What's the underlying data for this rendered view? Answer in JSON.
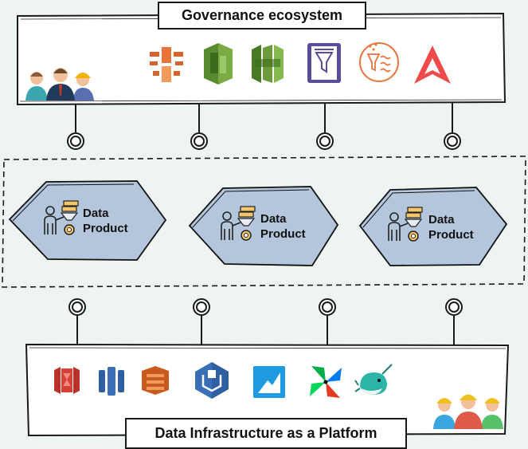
{
  "top": {
    "title": "Governance ecosystem"
  },
  "bottom": {
    "title": "Data Infrastructure as a Platform"
  },
  "products": [
    {
      "line1": "Data",
      "line2": "Product"
    },
    {
      "line1": "Data",
      "line2": "Product"
    },
    {
      "line1": "Data",
      "line2": "Product"
    }
  ],
  "colors": {
    "background": "#eef4f1",
    "hexagon_fill": "#b3c6dc",
    "aws_orange": "#e8743b",
    "aws_green": "#5a8a2f",
    "aws_purple": "#5a4b9b",
    "aws_red": "#d94037",
    "aws_blue": "#3a6fb6"
  },
  "icons": {
    "governance": [
      "people-group-icon",
      "aws-lake-formation-icon",
      "aws-cloudtrail-icon",
      "aws-config-icon",
      "aws-glue-databrew-icon",
      "data-filter-icon",
      "atlan-logo-icon"
    ],
    "platform": [
      "amazon-redshift-icon",
      "aws-kinesis-icon",
      "aws-glue-icon",
      "amazon-s3-icon",
      "amazon-quicksight-icon",
      "apache-airflow-icon",
      "narwhal-logo-icon",
      "engineers-group-icon"
    ]
  }
}
